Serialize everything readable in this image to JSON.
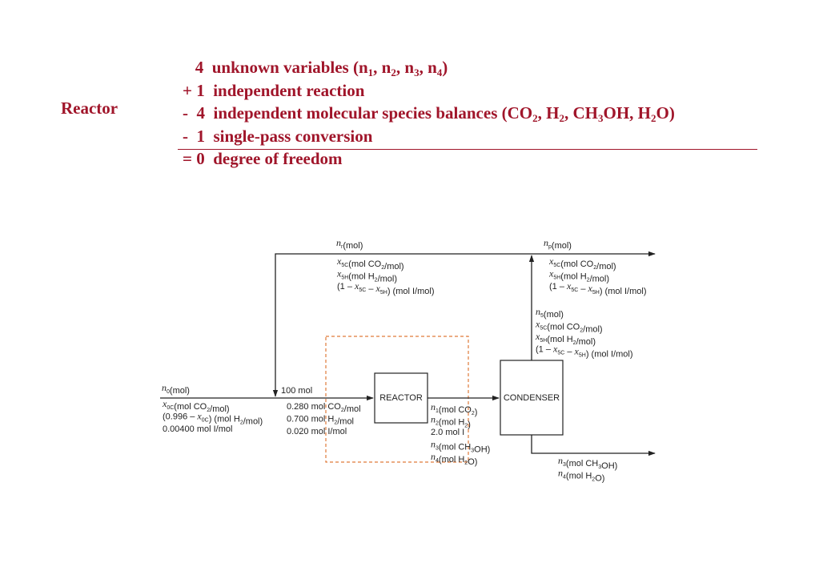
{
  "section": {
    "label": "Reactor"
  },
  "colors": {
    "accent": "#a0152a",
    "ink": "#222222",
    "boundary": "#e07a3a"
  },
  "dof_lines": [
    {
      "segments": [
        {
          "t": "   4  unknown variables (n"
        },
        {
          "t": "1",
          "sub": true
        },
        {
          "t": ", n"
        },
        {
          "t": "2",
          "sub": true
        },
        {
          "t": ", n"
        },
        {
          "t": "3",
          "sub": true
        },
        {
          "t": ", n"
        },
        {
          "t": "4",
          "sub": true
        },
        {
          "t": ")"
        }
      ]
    },
    {
      "segments": [
        {
          "t": "+ 1  independent reaction"
        }
      ]
    },
    {
      "segments": [
        {
          "t": "-  4  independent molecular species balances (CO"
        },
        {
          "t": "2",
          "sub": true
        },
        {
          "t": ", H"
        },
        {
          "t": "2",
          "sub": true
        },
        {
          "t": ", CH"
        },
        {
          "t": "3",
          "sub": true
        },
        {
          "t": "OH, H"
        },
        {
          "t": "2",
          "sub": true
        },
        {
          "t": "O)"
        }
      ]
    },
    {
      "segments": [
        {
          "t": "-  1  single-pass conversion"
        }
      ]
    },
    {
      "segments": [
        {
          "t": "= 0  degree of freedom"
        }
      ]
    }
  ],
  "flowsheet": {
    "units": {
      "reactor": "REACTOR",
      "condenser": "CONDENSER"
    },
    "stream_labels": {
      "recycle": [
        [
          {
            "t": "n",
            "it": true
          },
          {
            "t": "r",
            "sub": true,
            "it": true
          },
          {
            "t": "(mol)"
          }
        ],
        [
          {
            "t": "x",
            "it": true
          },
          {
            "t": "5C",
            "sub": true
          },
          {
            "t": "(mol CO"
          },
          {
            "t": "2",
            "sub": true
          },
          {
            "t": "/mol)"
          }
        ],
        [
          {
            "t": "x",
            "it": true
          },
          {
            "t": "5H",
            "sub": true
          },
          {
            "t": "(mol H"
          },
          {
            "t": "2",
            "sub": true
          },
          {
            "t": "/mol)"
          }
        ],
        [
          {
            "t": "(1 – "
          },
          {
            "t": "x",
            "it": true
          },
          {
            "t": "5C",
            "sub": true
          },
          {
            "t": " – "
          },
          {
            "t": "x",
            "it": true
          },
          {
            "t": "5H",
            "sub": true
          },
          {
            "t": ") (mol I/mol)"
          }
        ]
      ],
      "purge": [
        [
          {
            "t": "n",
            "it": true
          },
          {
            "t": "p",
            "sub": true,
            "it": true
          },
          {
            "t": "(mol)"
          }
        ],
        [
          {
            "t": "x",
            "it": true
          },
          {
            "t": "5C",
            "sub": true
          },
          {
            "t": "(mol CO"
          },
          {
            "t": "2",
            "sub": true
          },
          {
            "t": "/mol)"
          }
        ],
        [
          {
            "t": "x",
            "it": true
          },
          {
            "t": "5H",
            "sub": true
          },
          {
            "t": "(mol H"
          },
          {
            "t": "2",
            "sub": true
          },
          {
            "t": "/mol)"
          }
        ],
        [
          {
            "t": "(1 – "
          },
          {
            "t": "x",
            "it": true
          },
          {
            "t": "5C",
            "sub": true
          },
          {
            "t": " – "
          },
          {
            "t": "x",
            "it": true
          },
          {
            "t": "5H",
            "sub": true
          },
          {
            "t": ") (mol I/mol)"
          }
        ]
      ],
      "condenser_gas": [
        [
          {
            "t": "n",
            "it": true
          },
          {
            "t": "5",
            "sub": true
          },
          {
            "t": "(mol)"
          }
        ],
        [
          {
            "t": "x",
            "it": true
          },
          {
            "t": "5C",
            "sub": true
          },
          {
            "t": "(mol CO"
          },
          {
            "t": "2",
            "sub": true
          },
          {
            "t": "/mol)"
          }
        ],
        [
          {
            "t": "x",
            "it": true
          },
          {
            "t": "5H",
            "sub": true
          },
          {
            "t": "(mol H"
          },
          {
            "t": "2",
            "sub": true
          },
          {
            "t": "/mol)"
          }
        ],
        [
          {
            "t": "(1 – "
          },
          {
            "t": "x",
            "it": true
          },
          {
            "t": "5C",
            "sub": true
          },
          {
            "t": " – "
          },
          {
            "t": "x",
            "it": true
          },
          {
            "t": "5H",
            "sub": true
          },
          {
            "t": ") (mol I/mol)"
          }
        ]
      ],
      "fresh_feed": [
        [
          {
            "t": "n",
            "it": true
          },
          {
            "t": "0",
            "sub": true
          },
          {
            "t": "(mol)"
          }
        ],
        [
          {
            "t": "x",
            "it": true
          },
          {
            "t": "0C",
            "sub": true
          },
          {
            "t": "(mol CO"
          },
          {
            "t": "2",
            "sub": true
          },
          {
            "t": "/mol)"
          }
        ],
        [
          {
            "t": "(0.996 – "
          },
          {
            "t": "x",
            "it": true
          },
          {
            "t": "0C",
            "sub": true
          },
          {
            "t": ") (mol H"
          },
          {
            "t": "2",
            "sub": true
          },
          {
            "t": "/mol)"
          }
        ],
        [
          {
            "t": "0.00400 mol I/mol"
          }
        ]
      ],
      "reactor_feed_basis": [
        [
          {
            "t": "100 mol"
          }
        ]
      ],
      "reactor_feed": [
        [
          {
            "t": "0.280 mol CO"
          },
          {
            "t": "2",
            "sub": true
          },
          {
            "t": "/mol"
          }
        ],
        [
          {
            "t": "0.700 mol H"
          },
          {
            "t": "2",
            "sub": true
          },
          {
            "t": "/mol"
          }
        ],
        [
          {
            "t": "0.020 mol I/mol"
          }
        ]
      ],
      "reactor_out": [
        [
          {
            "t": "n",
            "it": true
          },
          {
            "t": "1",
            "sub": true
          },
          {
            "t": "(mol CO"
          },
          {
            "t": "2",
            "sub": true
          },
          {
            "t": ")"
          }
        ],
        [
          {
            "t": "n",
            "it": true
          },
          {
            "t": "2",
            "sub": true
          },
          {
            "t": "(mol H"
          },
          {
            "t": "2",
            "sub": true
          },
          {
            "t": ")"
          }
        ],
        [
          {
            "t": "2.0 mol I"
          }
        ],
        [
          {
            "t": "n",
            "it": true
          },
          {
            "t": "3",
            "sub": true
          },
          {
            "t": "(mol CH"
          },
          {
            "t": "3",
            "sub": true
          },
          {
            "t": "OH)"
          }
        ],
        [
          {
            "t": "n",
            "it": true
          },
          {
            "t": "4",
            "sub": true
          },
          {
            "t": "(mol H"
          },
          {
            "t": "2",
            "sub": true
          },
          {
            "t": "O)"
          }
        ]
      ],
      "liquid_product": [
        [
          {
            "t": "n",
            "it": true
          },
          {
            "t": "3",
            "sub": true
          },
          {
            "t": "(mol CH"
          },
          {
            "t": "3",
            "sub": true
          },
          {
            "t": "OH)"
          }
        ],
        [
          {
            "t": "n",
            "it": true
          },
          {
            "t": "4",
            "sub": true
          },
          {
            "t": "(mol H"
          },
          {
            "t": "2",
            "sub": true
          },
          {
            "t": "O)"
          }
        ]
      ]
    }
  }
}
